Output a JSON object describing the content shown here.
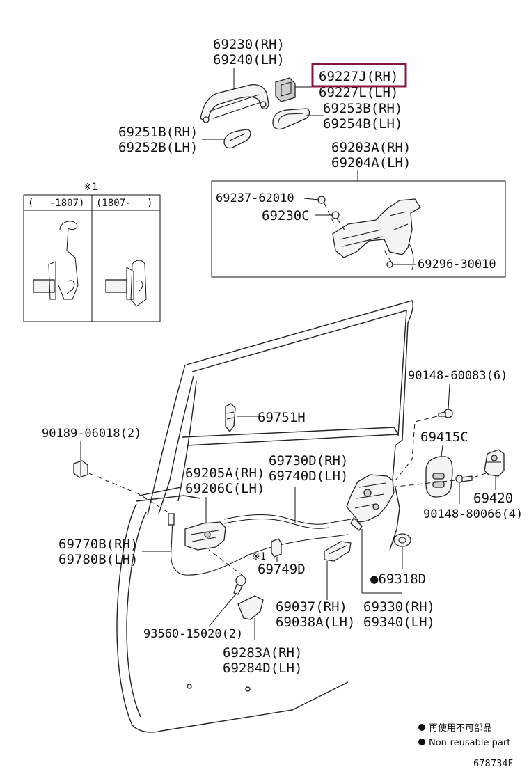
{
  "parts": {
    "outside_handle": {
      "rh": "69230(RH)",
      "lh": "69240(LH)"
    },
    "handle_cover": {
      "rh": "69227J(RH)",
      "lh": "69227L(LH)"
    },
    "handle_pad_right": {
      "rh": "69253B(RH)",
      "lh": "69254B(LH)"
    },
    "handle_pad_left": {
      "rh": "69251B(RH)",
      "lh": "69252B(LH)"
    },
    "frame_assy": {
      "rh": "69203A(RH)",
      "lh": "69204A(LH)"
    },
    "screw_a": "69237-62010",
    "clip_c": "69230C",
    "screw_b": "69296-30010",
    "bolt_top": "90148-60083(6)",
    "protector": "69751H",
    "striker_plate": "69415C",
    "nut": "90189-06018(2)",
    "lock_cable": {
      "rh": "69730D(RH)",
      "lh": "69740D(LH)"
    },
    "remote_assy": {
      "rh": "69205A(RH)",
      "lh": "69206C(LH)"
    },
    "striker": "69420",
    "bolt_striker": "90148-80066(4)",
    "control_link": {
      "rh": "69770B(RH)",
      "lh": "69780B(LH)"
    },
    "clip_749": "69749D",
    "seal_318": "●69318D",
    "bolt_935": "93560-15020(2)",
    "bracket": {
      "rh": "69037(RH)",
      "lh": "69038A(LH)"
    },
    "lock_assy": {
      "rh": "69330(RH)",
      "lh": "69340(LH)"
    },
    "cover_283": {
      "rh": "69283A(RH)",
      "lh": "69284D(LH)"
    }
  },
  "inset": {
    "mark": "※1",
    "left_label": "(　 -1807)",
    "right_label": "(1807-　 )"
  },
  "mark_749": "※1",
  "legend": {
    "jp": "再使用不可部品",
    "en": "Non-reusable part"
  },
  "ref_code": "678734F",
  "highlight_color": "#8b1538"
}
